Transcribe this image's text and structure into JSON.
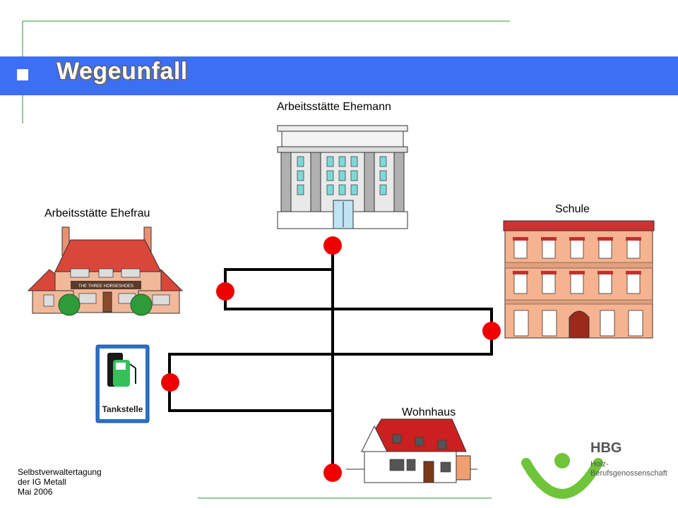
{
  "slide": {
    "title": "Wegeunfall"
  },
  "places": {
    "husband_work": "Arbeitsstätte Ehemann",
    "wife_work": "Arbeitsstätte Ehefrau",
    "school": "Schule",
    "home": "Wohnhaus",
    "gas_station_sign": "Tankstelle"
  },
  "pub_sign": "THE THREE HORSESHOES",
  "footer": {
    "line1": "Selbstverwaltertagung",
    "line2": "der IG Metall",
    "line3": "Mai 2006"
  },
  "logo": {
    "brand": "HBG",
    "line1": "Holz-",
    "line2": "Berufsgenossenschaft"
  },
  "colors": {
    "title_bar": "#3d6ff5",
    "accent_lines": "#2e9a2e",
    "dots": "#ee0000",
    "logo_green": "#6fc43a"
  }
}
